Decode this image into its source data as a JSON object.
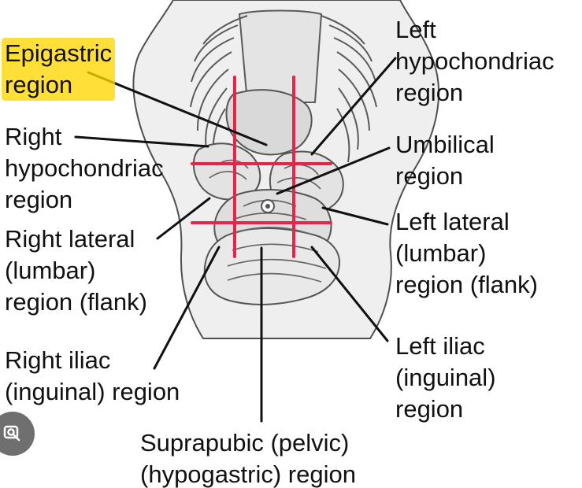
{
  "labels": {
    "epigastric": "Epigastric\nregion",
    "right_hypochondriac": "Right\nhypochondriac\nregion",
    "right_lateral": "Right lateral\n(lumbar)\nregion (flank)",
    "right_iliac": "Right iliac\n(inguinal) region",
    "suprapubic": "Suprapubic (pelvic)\n(hypogastric) region",
    "left_hypochondriac": "Left\nhypochondriac\nregion",
    "umbilical": "Umbilical\nregion",
    "left_lateral": "Left lateral\n(lumbar)\nregion (flank)",
    "left_iliac": "Left iliac\n(inguinal)\nregion"
  },
  "colors": {
    "highlight": "#FFD600",
    "grid_lines": "#E8244A",
    "leader_lines": "#111111",
    "organs": "#d8d8d8",
    "body_fill": "#efefef"
  },
  "icons": {
    "lens": "lens-icon"
  }
}
